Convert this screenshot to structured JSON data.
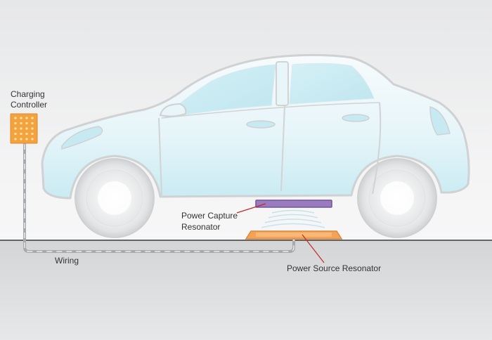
{
  "labels": {
    "charging_controller": [
      "Charging",
      "Controller"
    ],
    "power_capture_resonator": [
      "Power Capture",
      "Resonator"
    ],
    "wiring": "Wiring",
    "power_source_resonator": "Power Source Resonator"
  },
  "colors": {
    "background_top": "#e9eaeb",
    "ground": "#d9dadb",
    "ground_line": "#333333",
    "car_body": "#e9f6f9",
    "car_glass": "#c7eaf2",
    "car_outline": "#d1d3d4",
    "tire": "#e8e8e8",
    "controller": "#f4a23c",
    "capture_resonator": "#9b7bbf",
    "source_resonator": "#f4a25a",
    "pointer_line": "#c62828",
    "wiring": "#a7a9ac"
  },
  "icons": {
    "controller_grid": "dot-grid-icon",
    "waves": "magnetic-wave-icon"
  }
}
